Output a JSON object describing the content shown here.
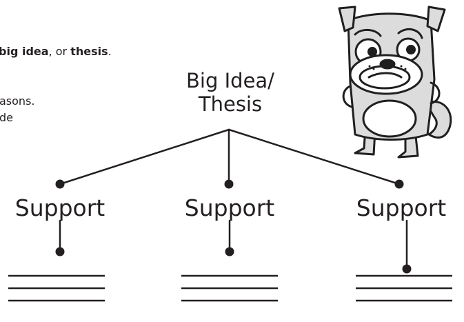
{
  "intro": {
    "line1_prefix": "",
    "line1_term1": "big idea",
    "line1_middle": ", or ",
    "line1_term2": "thesis",
    "line1_end": ".",
    "line2": "asons.",
    "line3": "de"
  },
  "diagram": {
    "root_line1": "Big Idea/",
    "root_line2": "Thesis",
    "supports": [
      "Support",
      "Support",
      "Support"
    ]
  },
  "mascot": {
    "name": "dog-mascot",
    "colors": {
      "body": "#dcdcdc",
      "outline": "#1f1f1f",
      "face": "#ffffff"
    }
  }
}
